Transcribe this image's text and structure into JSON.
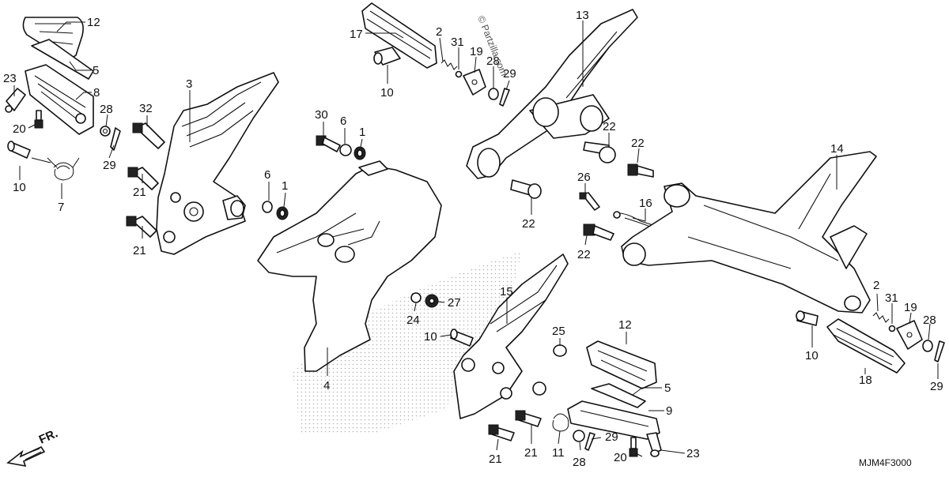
{
  "diagram": {
    "watermark": "© Partzilla.com",
    "diagram_code": "MJM4F3000",
    "direction_label": "FR.",
    "callouts": [
      {
        "id": "c12a",
        "text": "12"
      },
      {
        "id": "c5a",
        "text": "5"
      },
      {
        "id": "c23a",
        "text": "23"
      },
      {
        "id": "c8",
        "text": "8"
      },
      {
        "id": "c28a",
        "text": "28"
      },
      {
        "id": "c20a",
        "text": "20"
      },
      {
        "id": "c29a",
        "text": "29"
      },
      {
        "id": "c10a",
        "text": "10"
      },
      {
        "id": "c7",
        "text": "7"
      },
      {
        "id": "c3",
        "text": "3"
      },
      {
        "id": "c32",
        "text": "32"
      },
      {
        "id": "c21a",
        "text": "21"
      },
      {
        "id": "c21b",
        "text": "21"
      },
      {
        "id": "c30",
        "text": "30"
      },
      {
        "id": "c6a",
        "text": "6"
      },
      {
        "id": "c1a",
        "text": "1"
      },
      {
        "id": "c6b",
        "text": "6"
      },
      {
        "id": "c1b",
        "text": "1"
      },
      {
        "id": "c17",
        "text": "17"
      },
      {
        "id": "c10b",
        "text": "10"
      },
      {
        "id": "c2a",
        "text": "2"
      },
      {
        "id": "c31a",
        "text": "31"
      },
      {
        "id": "c19a",
        "text": "19"
      },
      {
        "id": "c28b",
        "text": "28"
      },
      {
        "id": "c29b",
        "text": "29"
      },
      {
        "id": "c13",
        "text": "13"
      },
      {
        "id": "c22a",
        "text": "22"
      },
      {
        "id": "c22b",
        "text": "22"
      },
      {
        "id": "c22c",
        "text": "22"
      },
      {
        "id": "c26",
        "text": "26"
      },
      {
        "id": "c16",
        "text": "16"
      },
      {
        "id": "c22d",
        "text": "22"
      },
      {
        "id": "c14",
        "text": "14"
      },
      {
        "id": "c4",
        "text": "4"
      },
      {
        "id": "c24",
        "text": "24"
      },
      {
        "id": "c27",
        "text": "27"
      },
      {
        "id": "c15",
        "text": "15"
      },
      {
        "id": "c10c",
        "text": "10"
      },
      {
        "id": "c25",
        "text": "25"
      },
      {
        "id": "c12b",
        "text": "12"
      },
      {
        "id": "c5b",
        "text": "5"
      },
      {
        "id": "c9",
        "text": "9"
      },
      {
        "id": "c21c",
        "text": "21"
      },
      {
        "id": "c21d",
        "text": "21"
      },
      {
        "id": "c11",
        "text": "11"
      },
      {
        "id": "c28c",
        "text": "28"
      },
      {
        "id": "c29c",
        "text": "29"
      },
      {
        "id": "c20b",
        "text": "20"
      },
      {
        "id": "c23b",
        "text": "23"
      },
      {
        "id": "c2b",
        "text": "2"
      },
      {
        "id": "c31b",
        "text": "31"
      },
      {
        "id": "c19b",
        "text": "19"
      },
      {
        "id": "c28d",
        "text": "28"
      },
      {
        "id": "c10d",
        "text": "10"
      },
      {
        "id": "c18",
        "text": "18"
      },
      {
        "id": "c29d",
        "text": "29"
      }
    ]
  }
}
